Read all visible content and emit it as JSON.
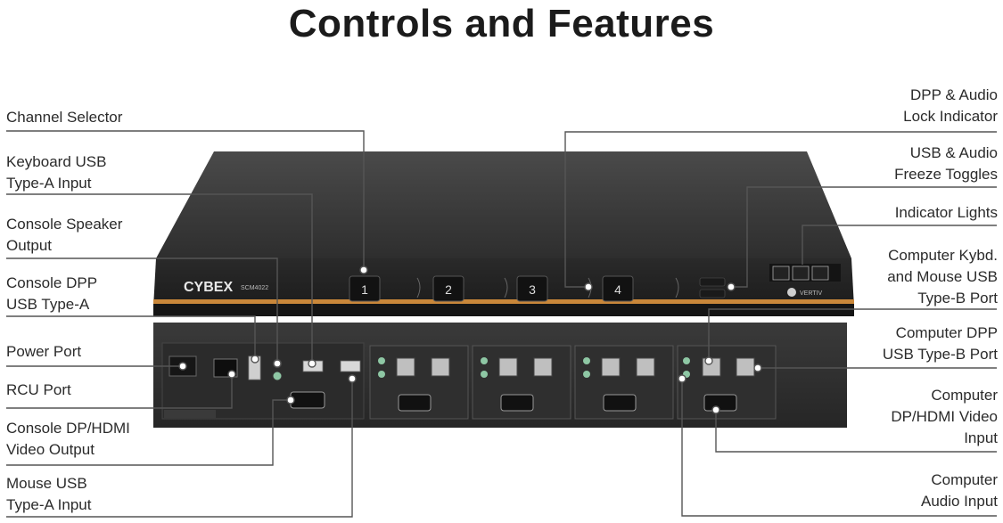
{
  "title": "Controls and Features",
  "brand": {
    "logo": "CYBEX",
    "model": "SCM4022",
    "vendor": "VERTIV"
  },
  "front_panel": {
    "channel_buttons": [
      "1",
      "2",
      "3",
      "4"
    ]
  },
  "labels_left": [
    {
      "id": "channel-selector",
      "text": "Channel Selector"
    },
    {
      "id": "keyboard-usb",
      "text": "Keyboard USB\nType-A Input"
    },
    {
      "id": "console-speaker",
      "text": "Console Speaker\nOutput"
    },
    {
      "id": "console-dpp",
      "text": "Console DPP\nUSB Type-A"
    },
    {
      "id": "power-port",
      "text": "Power Port"
    },
    {
      "id": "rcu-port",
      "text": "RCU Port"
    },
    {
      "id": "console-video",
      "text": "Console DP/HDMI\nVideo Output"
    },
    {
      "id": "mouse-usb",
      "text": "Mouse USB\nType-A Input"
    }
  ],
  "labels_right": [
    {
      "id": "dpp-audio-lock",
      "text": "DPP & Audio\nLock Indicator"
    },
    {
      "id": "usb-audio-freeze",
      "text": "USB & Audio\nFreeze Toggles"
    },
    {
      "id": "indicator-lights",
      "text": "Indicator Lights"
    },
    {
      "id": "computer-kybd-mouse",
      "text": "Computer Kybd.\nand Mouse USB\nType-B  Port"
    },
    {
      "id": "computer-dpp",
      "text": "Computer DPP\nUSB Type-B  Port"
    },
    {
      "id": "computer-video",
      "text": "Computer\nDP/HDMI Video\nInput"
    },
    {
      "id": "computer-audio",
      "text": "Computer\nAudio Input"
    }
  ]
}
